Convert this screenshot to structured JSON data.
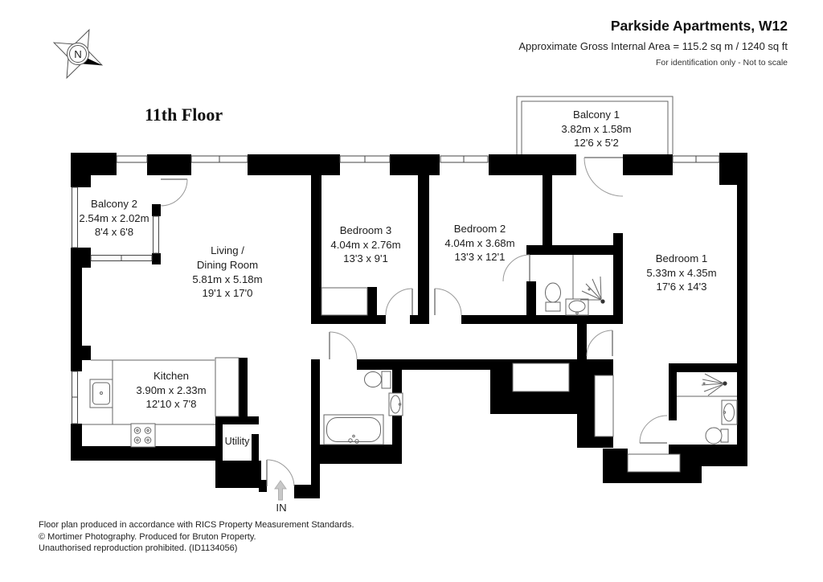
{
  "header": {
    "title": "Parkside Apartments, W12",
    "subtitle": "Approximate Gross Internal Area = 115.2 sq m / 1240 sq ft",
    "note": "For identification only - Not to scale"
  },
  "plan": {
    "floor_label": "11th Floor",
    "compass_label": "N",
    "entrance_label": "IN"
  },
  "rooms": {
    "balcony1": {
      "name": "Balcony 1",
      "metric": "3.82m x 1.58m",
      "imperial": "12'6 x 5'2"
    },
    "balcony2": {
      "name": "Balcony 2",
      "metric": "2.54m x 2.02m",
      "imperial": "8'4 x 6'8"
    },
    "living": {
      "name_line1": "Living /",
      "name_line2": "Dining Room",
      "metric": "5.81m x 5.18m",
      "imperial": "19'1 x 17'0"
    },
    "bedroom3": {
      "name": "Bedroom 3",
      "metric": "4.04m x 2.76m",
      "imperial": "13'3 x 9'1"
    },
    "bedroom2": {
      "name": "Bedroom 2",
      "metric": "4.04m x 3.68m",
      "imperial": "13'3 x 12'1"
    },
    "bedroom1": {
      "name": "Bedroom 1",
      "metric": "5.33m x 4.35m",
      "imperial": "17'6 x 14'3"
    },
    "kitchen": {
      "name": "Kitchen",
      "metric": "3.90m x 2.33m",
      "imperial": "12'10 x 7'8"
    },
    "utility": {
      "name": "Utility"
    }
  },
  "footer": {
    "line1": "Floor plan produced in accordance with RICS Property Measurement Standards.",
    "line2": "© Mortimer Photography. Produced for Bruton Property.",
    "line3": "Unauthorised reproduction prohibited. (ID1134056)"
  },
  "colors": {
    "wall": "#000000",
    "thin_line": "#666666",
    "arrow": "#c8c8c8"
  }
}
